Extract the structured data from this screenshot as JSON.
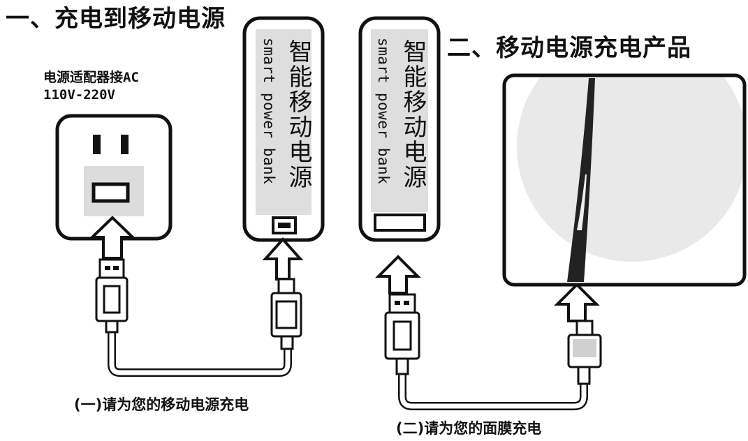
{
  "section1": {
    "title": "一、充电到移动电源",
    "adapter_line1": "电源适配器接AC",
    "adapter_line2": "110V-220V",
    "caption": "(一)请为您的移动电源充电"
  },
  "section2": {
    "title": "二、移动电源充电产品",
    "caption": "(二)请为您的面膜充电"
  },
  "power_bank": {
    "name_zh": "智能移动电源",
    "name_en": "smart power bank"
  }
}
